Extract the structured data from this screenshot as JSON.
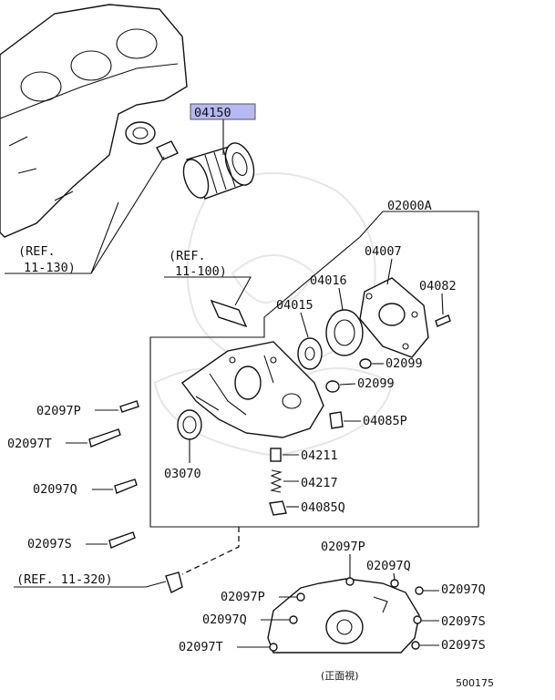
{
  "highlight_color": "#b6b9f2",
  "labels": {
    "oil_filter": "04150",
    "oil_pump_assy": "02000A",
    "pump_cover": "04007",
    "outer_rotor": "04016",
    "inner_rotor": "04015",
    "cover_screw": "04082",
    "oring_a": "02099",
    "oring_b": "02099",
    "relief_plug_p": "04085P",
    "relief_plunger": "04211",
    "relief_spring": "04217",
    "relief_plug_q": "04085Q",
    "oil_seal": "03070",
    "bolt_p_left": "02097P",
    "bolt_t_left": "02097T",
    "bolt_q_left": "02097Q",
    "bolt_s_left": "02097S",
    "bolt_p_top": "02097P",
    "bolt_q_top": "02097Q",
    "bolt_p_side": "02097P",
    "bolt_q_side": "02097Q",
    "bolt_t_side": "02097T",
    "bolt_q_right": "02097Q",
    "bolt_s_right1": "02097S",
    "bolt_s_right2": "02097S",
    "front_view": "(正面視)",
    "diagram_number": "500175"
  },
  "refs": {
    "ref_130_line1": "(REF.",
    "ref_130_line2": "11-130)",
    "ref_100_line1": "(REF.",
    "ref_100_line2": "11-100)",
    "ref_320": "(REF. 11-320)"
  }
}
